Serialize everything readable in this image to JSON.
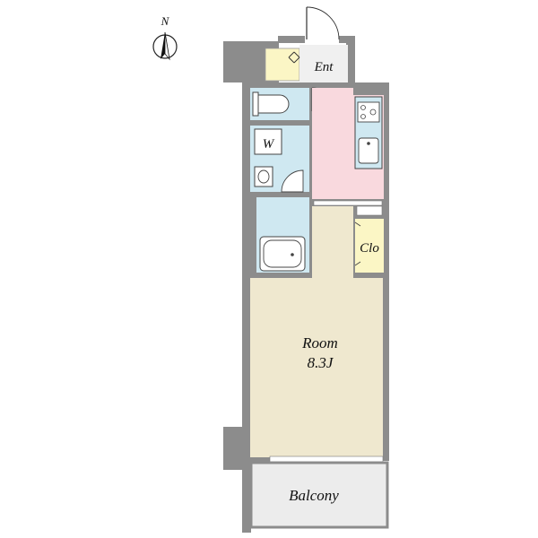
{
  "compass": {
    "label": "N"
  },
  "rooms": {
    "entrance": "Ent",
    "washroom": "W",
    "closet": "Clo",
    "main_room_name": "Room",
    "main_room_size": "8.3J",
    "balcony": "Balcony"
  },
  "colors": {
    "wall": "#8c8c8c",
    "room_floor": "#efe8cf",
    "kitchen_floor": "#f9d9de",
    "wet_area": "#cfe8f1",
    "storage": "#fbf6c5",
    "balcony_floor": "#ececec",
    "entry_floor": "#f0f0f0"
  }
}
